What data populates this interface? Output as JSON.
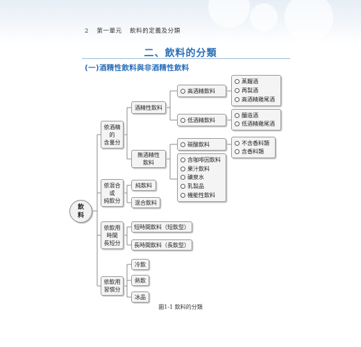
{
  "header": {
    "page_number": "2",
    "unit": "第一單元",
    "unit_title": "飲料的定義及分類"
  },
  "section_title": "二、飲料的分類",
  "subtitle": "(一)酒精性飲料與非酒精性飲料",
  "root": {
    "line1": "飲",
    "line2": "料"
  },
  "categories": {
    "by_alcohol": [
      "依酒精",
      "的",
      "含量分"
    ],
    "by_mixing": [
      "依混合",
      "或",
      "純飲分"
    ],
    "by_time": [
      "依飲用",
      "時間",
      "長短分"
    ],
    "by_habit": [
      "依飲用",
      "習慣分"
    ]
  },
  "alcohol": {
    "alcoholic": "酒精性飲料",
    "non_alcoholic": [
      "無酒精性",
      "飲料"
    ],
    "high_alcohol": "高酒精飲料",
    "low_alcohol": "低酒精飲料",
    "high_items": [
      "蒸餾酒",
      "再製酒",
      "高酒精雞尾酒"
    ],
    "low_items": [
      "釀造酒",
      "低酒精雞尾酒"
    ],
    "carbonated": "碳酸飲料",
    "carbonated_items": [
      "不含香料類",
      "含香料類"
    ],
    "non_carbonated_items": [
      "含咖啡因飲料",
      "果汁飲料",
      "礦泉水",
      "乳製品",
      "機能性飲料"
    ]
  },
  "mixing": {
    "pure": "純飲料",
    "mixed": "混合飲料"
  },
  "time": {
    "short": "短時間飲料（短飲型）",
    "long": "長時間飲料（長飲型）"
  },
  "habit": {
    "cold": "冷飲",
    "hot": "熱飲",
    "ice": "冰品"
  },
  "caption": "圖1-1 飲料的分類"
}
